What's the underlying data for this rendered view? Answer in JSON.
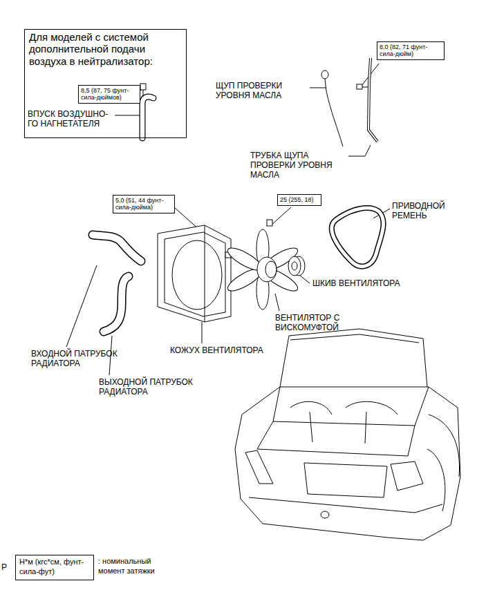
{
  "diagram": {
    "nodes": [
      {
        "text": [
          "Для моделей с системой дополнительной подачи воздуха в нейтрализатор:"
        ]
      },
      {
        "text": [
          "8,5 (87, 75 фунт-сила-дюймов)"
        ],
        "in": 0
      },
      {
        "text": [
          "8,0 (82, 71 фунт-сила-дюйм)"
        ]
      },
      {
        "text": [
          "5,0 (51, 44 фунт-сила-дюйма)"
        ]
      },
      {
        "text": [
          "25 (255, 18)"
        ]
      },
      {
        "text": [
          "Н*м (кгс*см, фунт-сила-фут)",
          ": номинальный момент затяжки"
        ]
      }
    ],
    "labels": [
      "ВПУСК ВОЗДУШНО- ГО НАГНЕТАТЕЛЯ",
      "ЩУП ПРОВЕРКИ УРОВНЯ МАСЛА",
      "ТРУБКА ЩУПА ПРОВЕРКИ УРОВНЯ МАСЛА",
      "ПРИВОДНОЙ РЕМЕНЬ",
      "ШКИВ ВЕНТИЛЯТОРА",
      "ВЕНТИЛЯТОР С ВИСКОМУФТОЙ",
      "КОЖУХ ВЕНТИЛЯТОРА",
      "ВХОДНОЙ ПАТРУБОК РАДИАТОРА",
      "ВЫХОДНОЙ ПАТРУБОК РАДИАТОРА",
      "P"
    ]
  }
}
